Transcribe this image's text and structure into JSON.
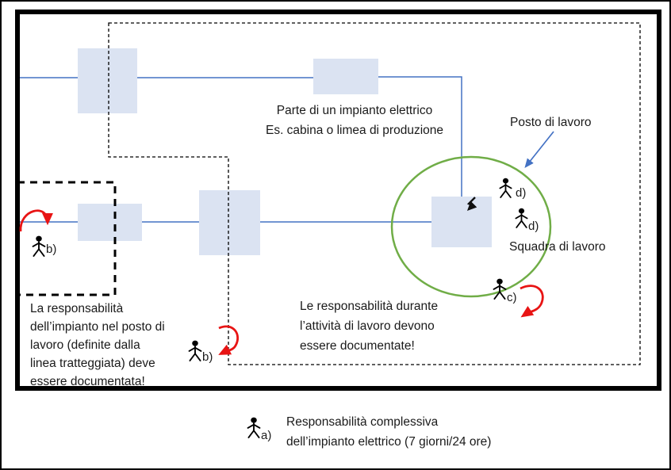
{
  "captions": {
    "impianto": "Parte di un impianto elettrico\nEs. cabina o limea di produzione",
    "posto": "Posto di lavoro",
    "squadra": "Squadra di lavoro",
    "left_note": "La responsabilità\ndell’impianto nel posto di\nlavoro (definite dalla\nlinea tratteggiata) deve\nessere documentata!",
    "right_note": "Le responsabilità durante\nl’attività di lavoro devono\nessere documentate!",
    "legend": "Responsabilità complessiva\ndell’impianto elettrico (7 giorni/24 ore)"
  },
  "figure_labels": {
    "a": "a)",
    "b": "b)",
    "c": "c)",
    "d": "d)"
  },
  "colors": {
    "equipment_box_fill": "#dbe3f2",
    "power_line_blue": "#4472c4",
    "workplace_circle_green": "#70ad47",
    "rotation_arrow_red": "#e81414",
    "frame_black": "#000000"
  }
}
